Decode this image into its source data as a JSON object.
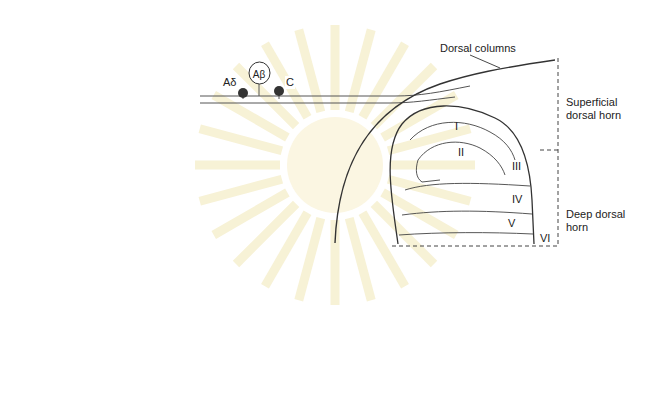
{
  "diagram": {
    "nodes": [
      {
        "text": [
          "Aβ"
        ]
      }
    ],
    "labels": [
      "Dorsal columns",
      "Superficial dorsal horn",
      "Deep dorsal horn",
      "Aδ",
      "C",
      "I",
      "II",
      "III",
      "IV",
      "V",
      "VI"
    ]
  }
}
